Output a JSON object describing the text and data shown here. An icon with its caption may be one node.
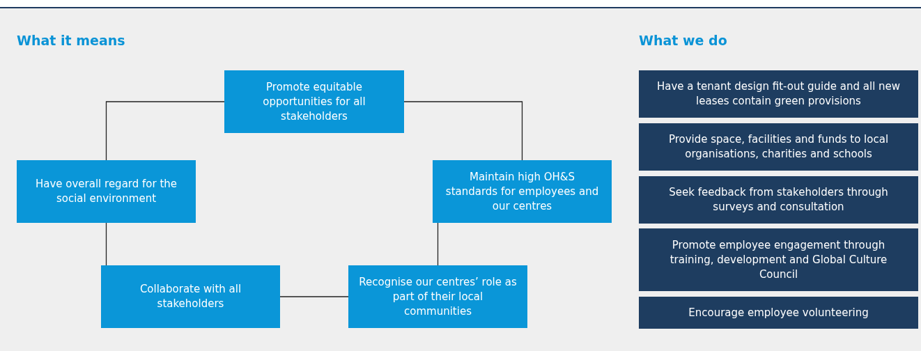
{
  "diagram": {
    "labels": [
      "What it means",
      "What we do"
    ],
    "nodes": [
      {
        "text": [
          "Promote equitable opportunities for all stakeholders"
        ]
      },
      {
        "text": [
          "Maintain high OH&S standards for employees and our centres"
        ]
      },
      {
        "text": [
          "Recognise our centres’ role as part of their local communities"
        ]
      },
      {
        "text": [
          "Collaborate with all stakeholders"
        ]
      },
      {
        "text": [
          "Have overall regard for the social environment"
        ]
      },
      {
        "text": [
          "Have a tenant design fit-out guide and all new leases contain green provisions"
        ]
      },
      {
        "text": [
          "Provide space, facilities and funds to local organisations, charities and schools"
        ]
      },
      {
        "text": [
          "Seek feedback from stakeholders through surveys and consultation"
        ]
      },
      {
        "text": [
          "Promote employee engagement through training, development and Global Culture Council"
        ]
      },
      {
        "text": [
          "Encourage employee volunteering"
        ]
      }
    ],
    "edges": [
      {
        "from": 0,
        "to": 1,
        "arrow": "none"
      },
      {
        "from": 1,
        "to": 2,
        "arrow": "none"
      },
      {
        "from": 2,
        "to": 3,
        "arrow": "none"
      },
      {
        "from": 3,
        "to": 4,
        "arrow": "none"
      },
      {
        "from": 4,
        "to": 0,
        "arrow": "none"
      }
    ]
  }
}
